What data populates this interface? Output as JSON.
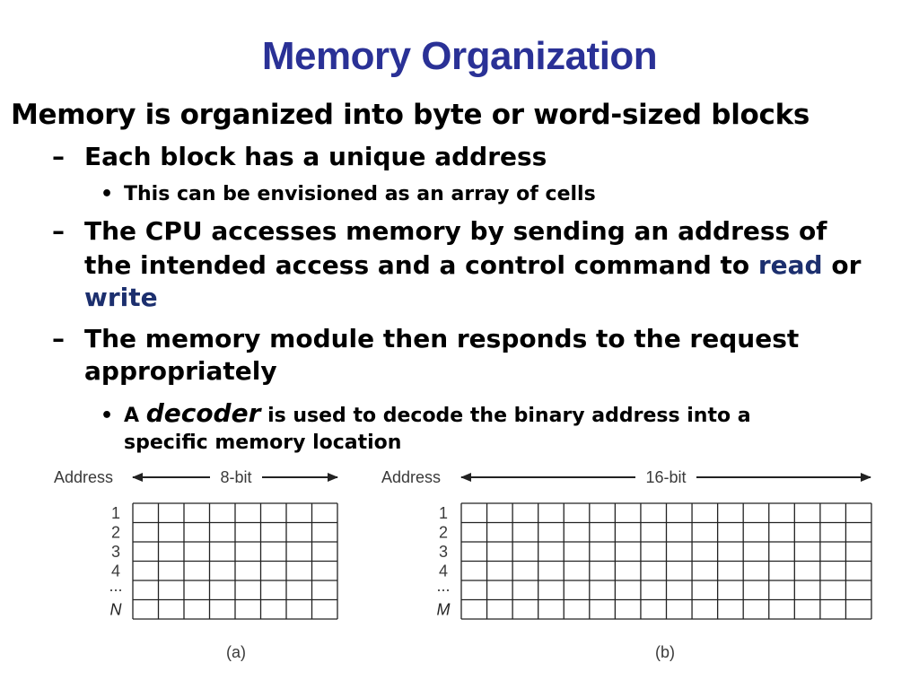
{
  "title": "Memory Organization",
  "point1": "Memory is organized into byte or word-sized blocks",
  "dash": "–",
  "bullet": "•",
  "sub1": "Each block has a unique address",
  "sub1_bullet": "This can be envisioned as an array of cells",
  "sub2_line1": "The CPU accesses memory by sending an address of",
  "sub2_line2_pre": "the intended access and a control command to ",
  "sub2_read": "read",
  "sub2_or": " or",
  "sub2_write": "write",
  "sub3_line1": "The memory module then responds to the request",
  "sub3_line2": "appropriately",
  "sub3_bullet_a": "A ",
  "sub3_bullet_decoder": "decoder",
  "sub3_bullet_rest": " is used to decode the binary address into a",
  "sub3_bullet_line2": "specific memory location",
  "diagram_a": {
    "address_label": "Address",
    "width_label": "8-bit",
    "rows": [
      "1",
      "2",
      "3",
      "4",
      "...",
      "N"
    ],
    "columns": 8,
    "caption": "(a)"
  },
  "diagram_b": {
    "address_label": "Address",
    "width_label": "16-bit",
    "rows": [
      "1",
      "2",
      "3",
      "4",
      "...",
      "M"
    ],
    "columns": 16,
    "caption": "(b)"
  },
  "colors": {
    "title": "#2a3196",
    "link": "#1c2f6e",
    "grid": "#222222"
  }
}
